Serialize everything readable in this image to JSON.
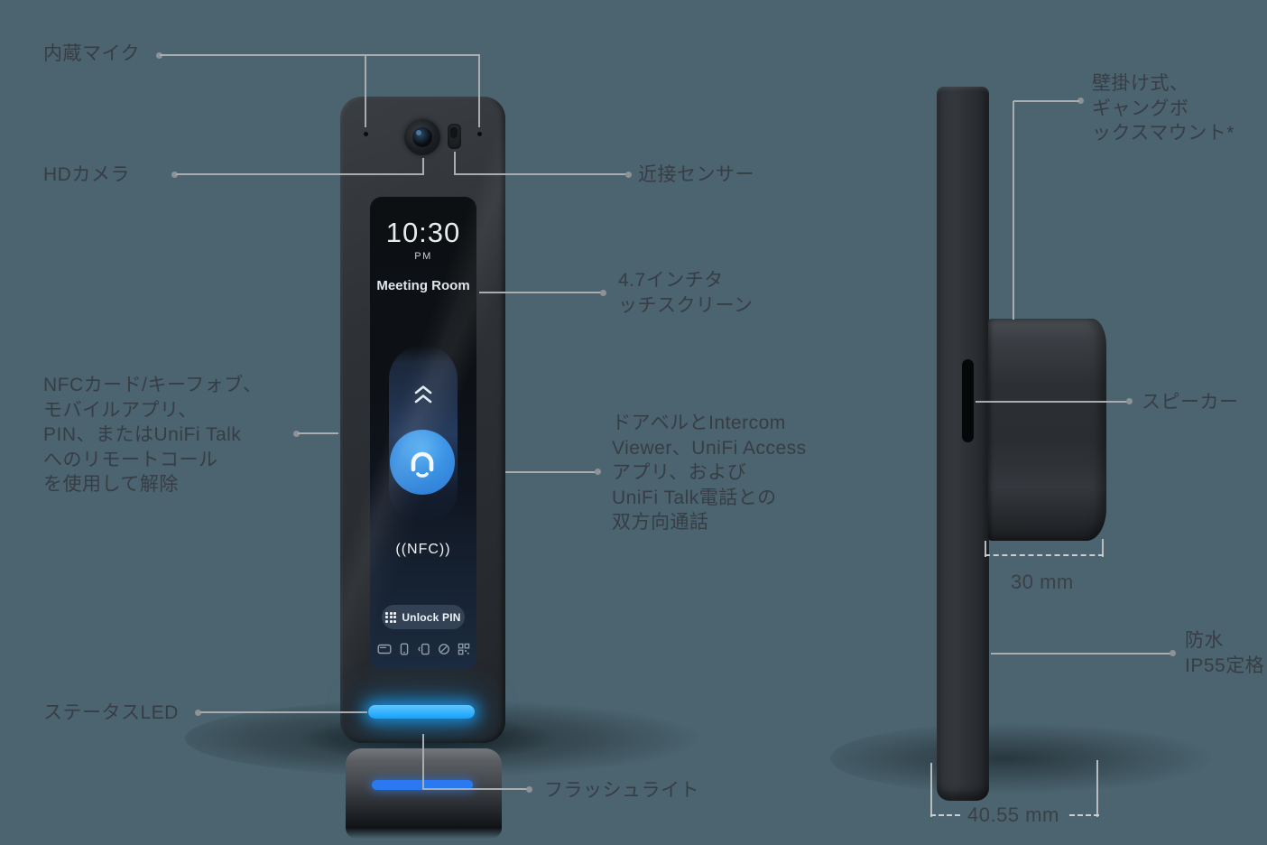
{
  "device_screen": {
    "time": "10:30",
    "period": "PM",
    "room": "Meeting Room",
    "nfc": "((NFC))",
    "unlock_pin": "Unlock PIN"
  },
  "callouts": {
    "builtin_mic": "内蔵マイク",
    "hd_camera": "HDカメラ",
    "proximity_sensor": "近接センサー",
    "touchscreen": [
      "4.7インチタ",
      "ッチスクリーン"
    ],
    "nfc_unlock": [
      "NFCカード/キーフォブ、",
      "モバイルアプリ、",
      "PIN、またはUniFi Talk",
      "へのリモートコール",
      "を使用して解除"
    ],
    "two_way_talk": [
      "ドアベルとIntercom",
      "Viewer、UniFi Access",
      "アプリ、および",
      "UniFi Talk電話との",
      "双方向通話"
    ],
    "status_led": "ステータスLED",
    "flashlight": "フラッシュライト",
    "wall_mount": [
      "壁掛け式、",
      "ギャングボ",
      "ックスマウント*"
    ],
    "speaker": "スピーカー",
    "waterproof": [
      "防水",
      "IP55定格"
    ]
  },
  "dimensions": {
    "depth": "30 mm",
    "width": "40.55 mm"
  },
  "colors": {
    "background": "#4b646f",
    "status_led": "#18a3ff",
    "flashlight_led": "#2b79f0",
    "bell_button": "#3b92e4",
    "label_text": "#373d44",
    "leader_line": "#a9adb0"
  },
  "icons": {
    "screen_shortcut_icons": [
      "card-icon",
      "phone-icon",
      "phone-wave-icon",
      "fob-icon",
      "qr-grid-icon"
    ]
  }
}
